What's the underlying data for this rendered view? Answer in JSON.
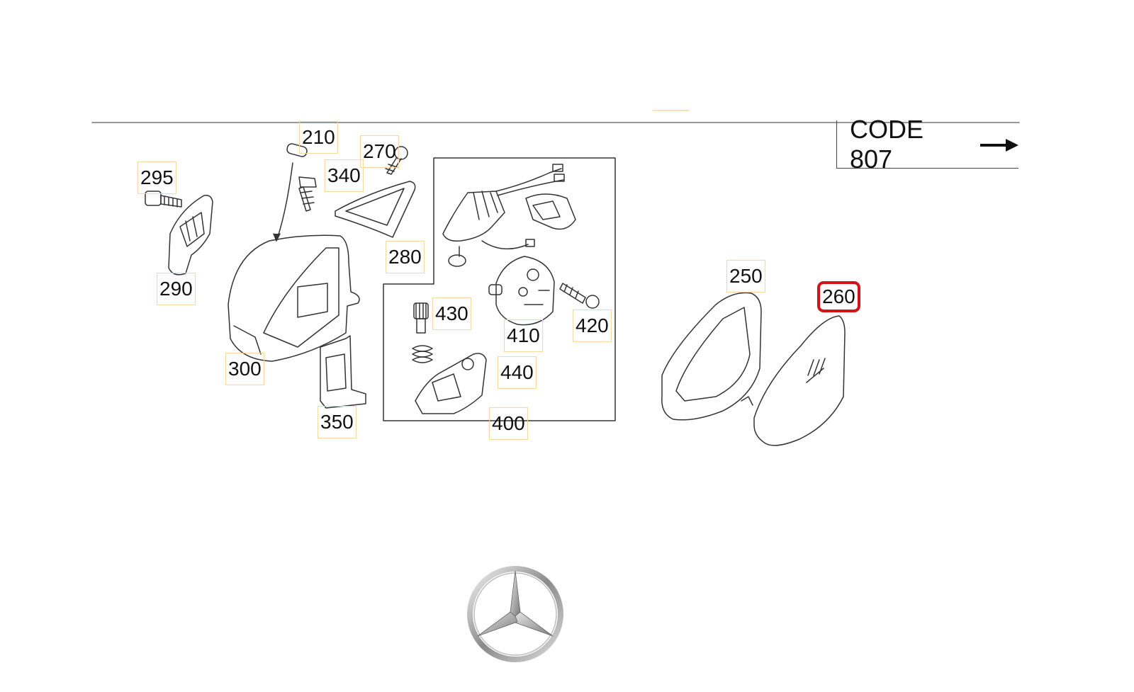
{
  "header": {
    "code_label": "CODE 807"
  },
  "icons": {
    "code_arrow": "right-arrow-icon",
    "logo": "mercedes-benz-star-logo"
  },
  "colors": {
    "line": "#333333",
    "callout_border": "#f5d9a0",
    "highlight": "#d3131a"
  },
  "callouts": [
    {
      "id": "210",
      "label": "210"
    },
    {
      "id": "270",
      "label": "270"
    },
    {
      "id": "295",
      "label": "295"
    },
    {
      "id": "340",
      "label": "340"
    },
    {
      "id": "280",
      "label": "280"
    },
    {
      "id": "290",
      "label": "290"
    },
    {
      "id": "430",
      "label": "430"
    },
    {
      "id": "410",
      "label": "410"
    },
    {
      "id": "420",
      "label": "420"
    },
    {
      "id": "300",
      "label": "300"
    },
    {
      "id": "440",
      "label": "440"
    },
    {
      "id": "350",
      "label": "350"
    },
    {
      "id": "400",
      "label": "400"
    },
    {
      "id": "250",
      "label": "250"
    },
    {
      "id": "260",
      "label": "260",
      "selected": true
    }
  ]
}
